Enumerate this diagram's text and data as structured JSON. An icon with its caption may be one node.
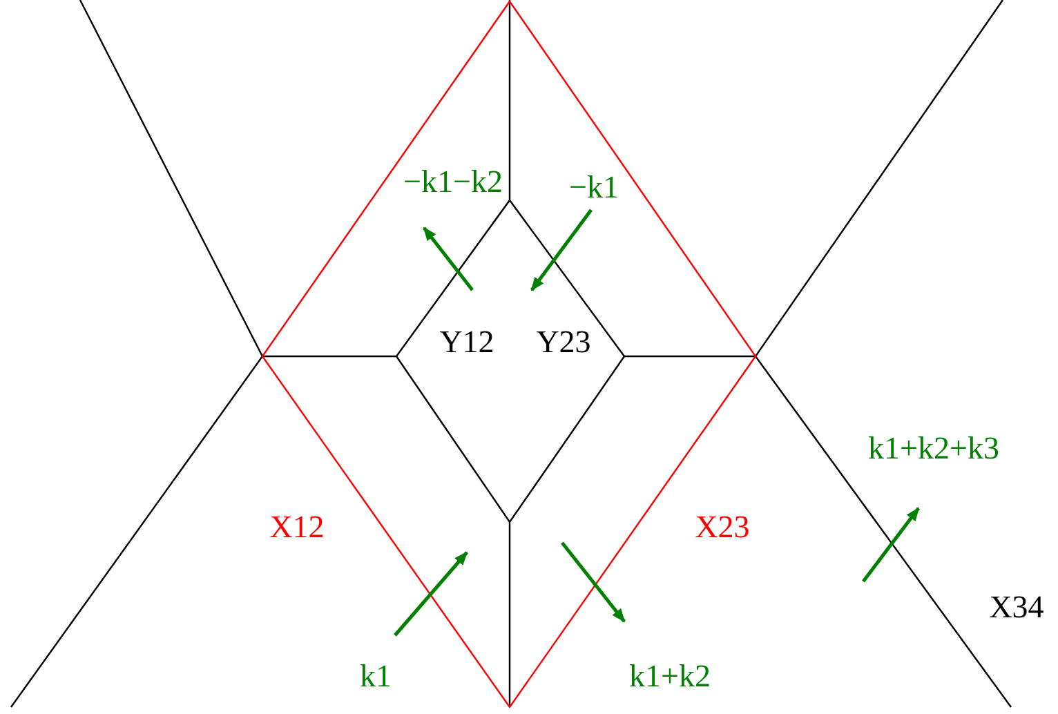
{
  "diagram": {
    "labels": [
      "−k1−k2",
      "−k1",
      "Y12",
      "Y23",
      "k1+k2+k3",
      "X12",
      "X23",
      "X34",
      "k1",
      "k1+k2"
    ]
  }
}
